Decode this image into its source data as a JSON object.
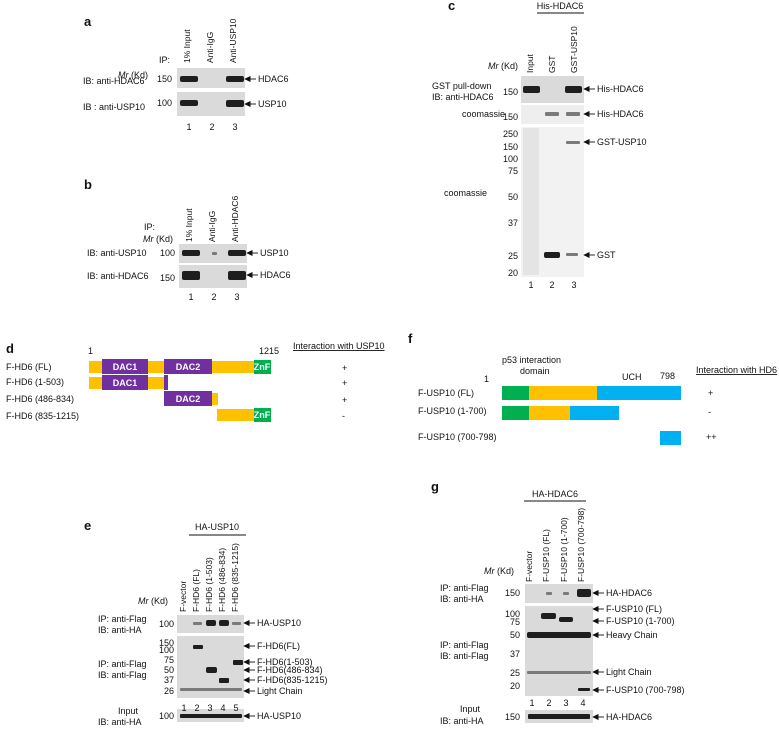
{
  "colors": {
    "dac": "#7030a0",
    "hdac_bar": "#ffc000",
    "znf": "#00b050",
    "p53": "#00b050",
    "usp10_mid": "#ffc000",
    "uch": "#00b0f0"
  },
  "panel_a": {
    "label": "a",
    "ip_label": "IP:",
    "mr_label": "Mr",
    "kd_label": "(Kd)",
    "lanes": [
      "1% Input",
      "Anti-IgG",
      "Anti-USP10"
    ],
    "lane_numbers": [
      "1",
      "2",
      "3"
    ],
    "rows": [
      {
        "ib": "IB: anti-HDAC6",
        "marker": "150",
        "target": "HDAC6"
      },
      {
        "ib": "IB : anti-USP10",
        "marker": "100",
        "target": "USP10"
      }
    ]
  },
  "panel_b": {
    "label": "b",
    "ip_label": "IP:",
    "mr_label": "Mr",
    "kd_label": "(Kd)",
    "lanes": [
      "1% Input",
      "Anti-IgG",
      "Anti-HDAC6"
    ],
    "lane_numbers": [
      "1",
      "2",
      "3"
    ],
    "rows": [
      {
        "ib": "IB: anti-USP10",
        "marker": "100",
        "target": "USP10"
      },
      {
        "ib": "IB: anti-HDAC6",
        "marker": "150",
        "target": "HDAC6"
      }
    ]
  },
  "panel_c": {
    "label": "c",
    "header": "His-HDAC6",
    "mr_label": "Mr",
    "kd_label": "(Kd)",
    "lanes": [
      "Input",
      "GST",
      "GST-USP10"
    ],
    "lane_numbers": [
      "1",
      "2",
      "3"
    ],
    "pulldown_line1": "GST pull-down",
    "pulldown_line2": "IB: anti-HDAC6",
    "pulldown_marker": "150",
    "pulldown_target": "His-HDAC6",
    "coomassie_top_label": "coomassie",
    "coomassie_top_marker": "150",
    "coomassie_top_target": "His-HDAC6",
    "coomassie_label": "coomassie",
    "markers": [
      "250",
      "150",
      "100",
      "75",
      "50",
      "37",
      "25",
      "20"
    ],
    "targets": [
      "GST-USP10",
      "GST"
    ]
  },
  "panel_d": {
    "label": "d",
    "start": "1",
    "end": "1215",
    "interaction_header": "Interaction with USP10",
    "domains": {
      "dac1": "DAC1",
      "dac2": "DAC2",
      "znf": "ZnF"
    },
    "constructs": [
      {
        "name": "F-HD6 (FL)",
        "interaction": "+"
      },
      {
        "name": "F-HD6 (1-503)",
        "interaction": "+"
      },
      {
        "name": "F-HD6 (486-834)",
        "interaction": "+"
      },
      {
        "name": "F-HD6 (835-1215)",
        "interaction": "-"
      }
    ]
  },
  "panel_f": {
    "label": "f",
    "start": "1",
    "end": "798",
    "p53_line1": "p53 interaction",
    "p53_line2": "domain",
    "uch": "UCH",
    "interaction_header": "Interaction with HD6",
    "constructs": [
      {
        "name": "F-USP10 (FL)",
        "interaction": "+"
      },
      {
        "name": "F-USP10 (1-700)",
        "interaction": "-"
      },
      {
        "name": "F-USP10 (700-798)",
        "interaction": "++"
      }
    ]
  },
  "panel_e": {
    "label": "e",
    "header": "HA-USP10",
    "mr_label": "Mr",
    "kd_label": "(Kd)",
    "lanes": [
      "F-vector",
      "F-HD6 (FL)",
      "F-HD6 (1-503)",
      "F-HD6 (486-834)",
      "F-HD6 (835-1215)"
    ],
    "lane_numbers": [
      "1",
      "2",
      "3",
      "4",
      "5"
    ],
    "top_ib1": "IP: anti-Flag",
    "top_ib2": "IB: anti-HA",
    "top_marker": "100",
    "top_target": "HA-USP10",
    "mid_ib1": "IP: anti-Flag",
    "mid_ib2": "IB: anti-Flag",
    "mid_markers": [
      "150",
      "100",
      "75",
      "50",
      "37",
      "26"
    ],
    "mid_targets": [
      "F-HD6(FL)",
      "F-HD6(1-503)",
      "F-HD6(486-834)",
      "F-HD6(835-1215)",
      "Light Chain"
    ],
    "bot_ib1": "Input",
    "bot_ib2": "IB: anti-HA",
    "bot_marker": "100",
    "bot_target": "HA-USP10"
  },
  "panel_g": {
    "label": "g",
    "header": "HA-HDAC6",
    "mr_label": "Mr",
    "kd_label": "(Kd)",
    "lanes": [
      "F-vector",
      "F-USP10 (FL)",
      "F-USP10 (1-700)",
      "F-USP10 (700-798)"
    ],
    "lane_numbers": [
      "1",
      "2",
      "3",
      "4"
    ],
    "top_ib1": "IP: anti-Flag",
    "top_ib2": "IB: anti-HA",
    "top_marker": "150",
    "top_target": "HA-HDAC6",
    "mid_ib1": "IP: anti-Flag",
    "mid_ib2": "IB: anti-Flag",
    "mid_markers": [
      "100",
      "75",
      "50",
      "37",
      "25",
      "20"
    ],
    "mid_targets": [
      "F-USP10 (FL)",
      "F-USP10 (1-700)",
      "Heavy Chain",
      "Light Chain",
      "F-USP10 (700-798)"
    ],
    "bot_ib1": "Input",
    "bot_ib2": "IB: anti-HA",
    "bot_marker": "150",
    "bot_target": "HA-HDAC6"
  }
}
